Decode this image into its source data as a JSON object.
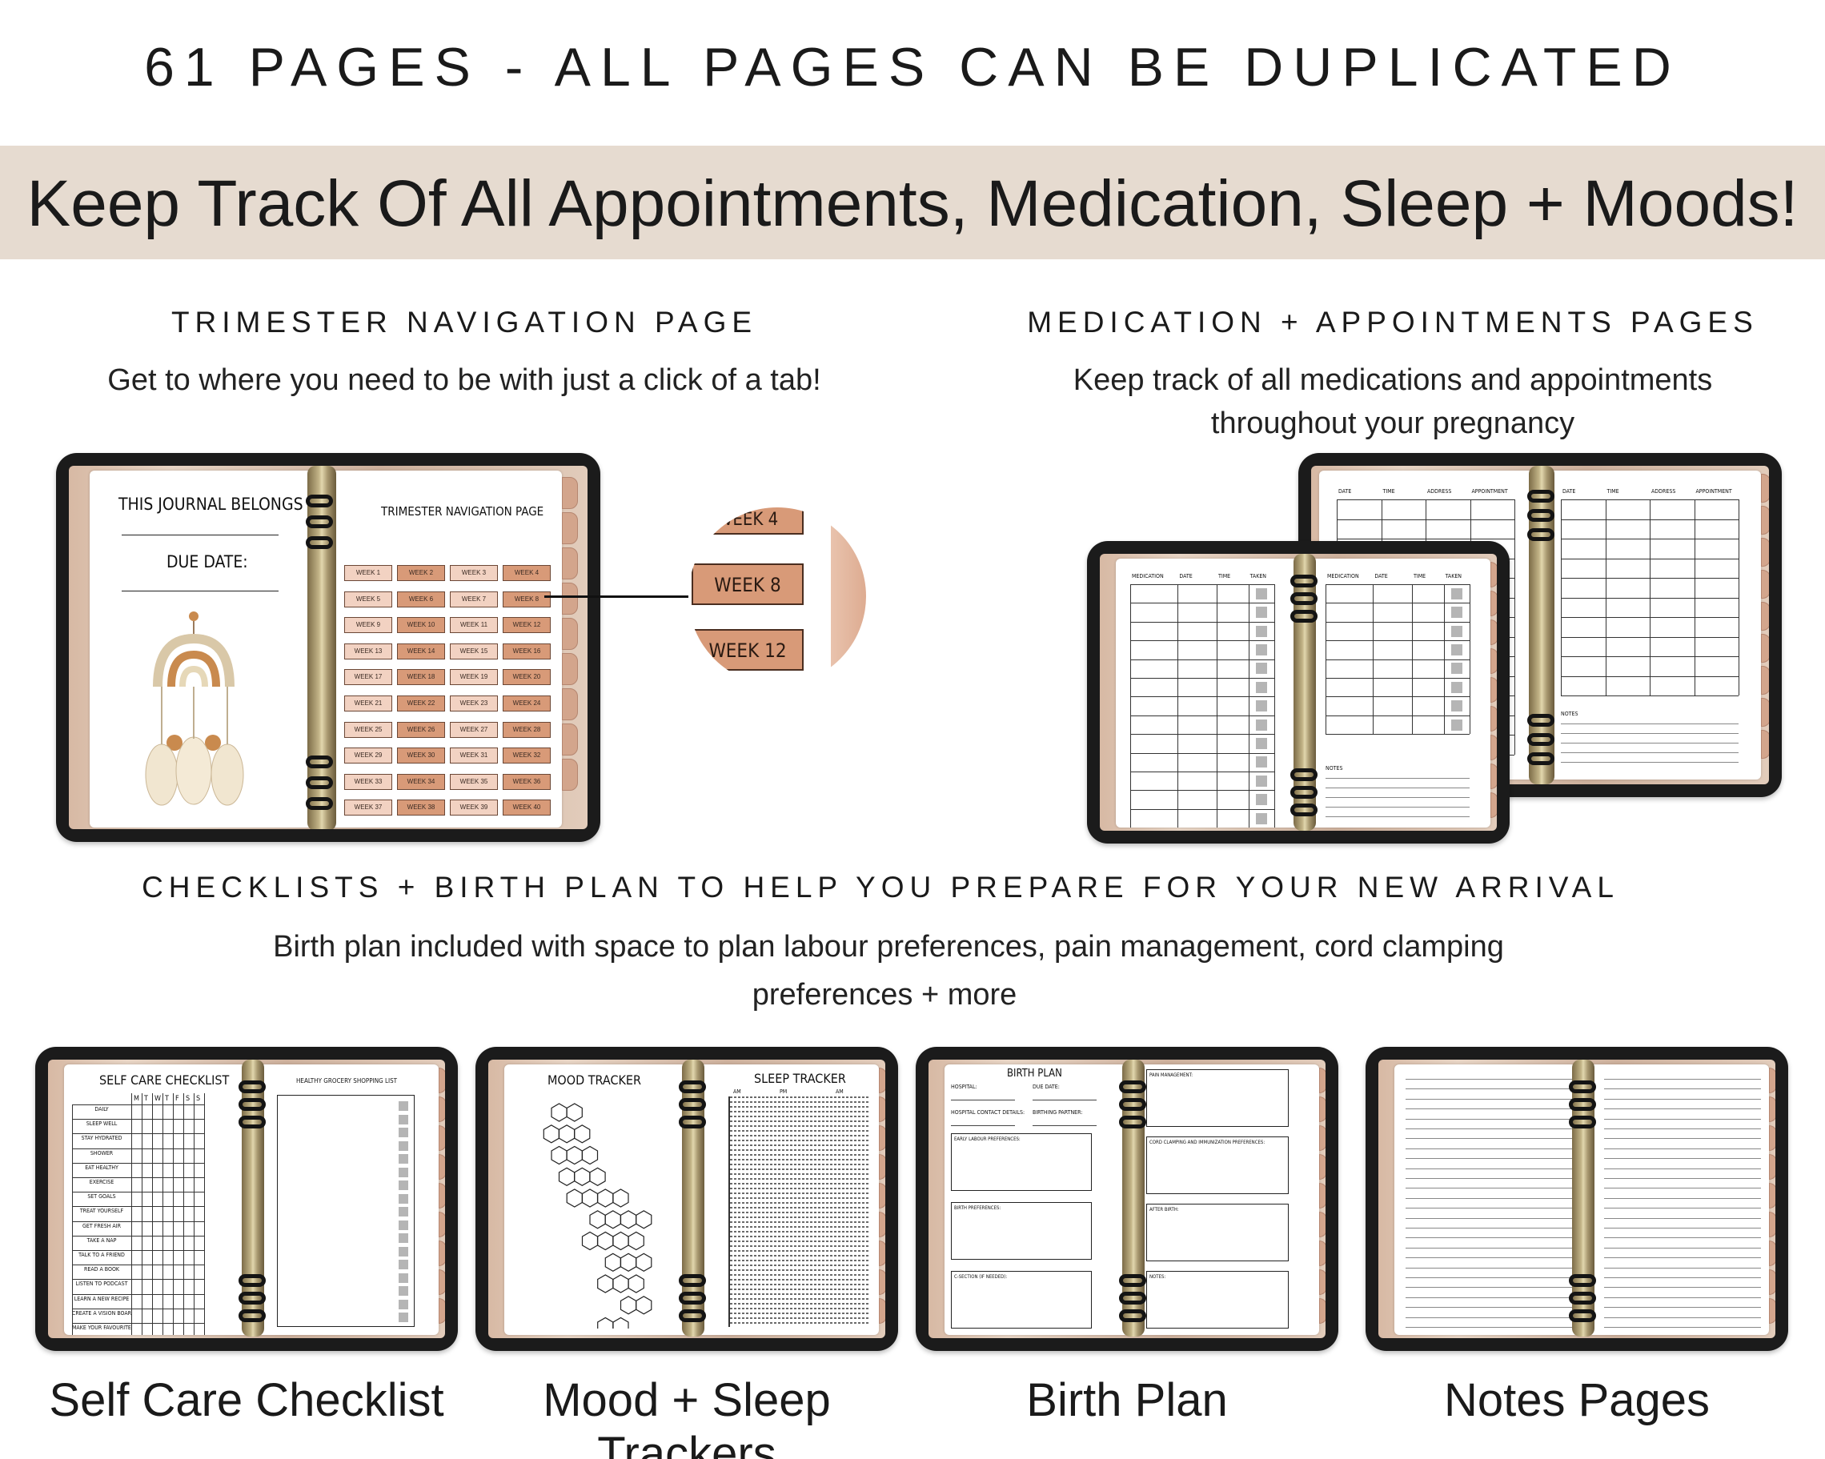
{
  "header": {
    "title": "61 PAGES - ALL PAGES CAN BE DUPLICATED",
    "banner": "Keep Track Of All Appointments, Medication, Sleep + Moods!"
  },
  "sections": {
    "trimester": {
      "heading": "TRIMESTER NAVIGATION PAGE",
      "subtitle": "Get to where you need to be with just a click of a tab!"
    },
    "medication": {
      "heading": "MEDICATION + APPOINTMENTS PAGES",
      "subtitle_line1": "Keep track of all medications and appointments",
      "subtitle_line2": "throughout your pregnancy"
    },
    "checklists": {
      "heading": "CHECKLISTS + BIRTH PLAN TO HELP YOU PREPARE FOR YOUR NEW ARRIVAL",
      "subtitle_line1": "Birth plan included with space to plan labour preferences, pain management, cord clamping",
      "subtitle_line2": "preferences + more"
    }
  },
  "journal_page": {
    "belongs_to": "THIS JOURNAL BELONGS TO:",
    "due_date": "DUE DATE:",
    "nav_title": "TRIMESTER NAVIGATION PAGE",
    "weeks": [
      "WEEK 1",
      "WEEK 2",
      "WEEK 3",
      "WEEK 4",
      "WEEK 5",
      "WEEK 6",
      "WEEK 7",
      "WEEK 8",
      "WEEK 9",
      "WEEK 10",
      "WEEK 11",
      "WEEK 12",
      "WEEK 13",
      "WEEK 14",
      "WEEK 15",
      "WEEK 16",
      "WEEK 17",
      "WEEK 18",
      "WEEK 19",
      "WEEK 20",
      "WEEK 21",
      "WEEK 22",
      "WEEK 23",
      "WEEK 24",
      "WEEK 25",
      "WEEK 26",
      "WEEK 27",
      "WEEK 28",
      "WEEK 29",
      "WEEK 30",
      "WEEK 31",
      "WEEK 32",
      "WEEK 33",
      "WEEK 34",
      "WEEK 35",
      "WEEK 36",
      "WEEK 37",
      "WEEK 38",
      "WEEK 39",
      "WEEK 40"
    ]
  },
  "zoom": {
    "labels": [
      "WEEK 4",
      "WEEK 8",
      "WEEK 12"
    ]
  },
  "medication_page": {
    "cols": [
      "MEDICATION",
      "DATE",
      "TIME",
      "TAKEN"
    ],
    "notes": "NOTES"
  },
  "appointment_page": {
    "cols": [
      "DATE",
      "TIME",
      "ADDRESS",
      "APPOINTMENT"
    ],
    "notes": "NOTES"
  },
  "self_care": {
    "title": "SELF CARE CHECKLIST",
    "days": [
      "M",
      "T",
      "W",
      "T",
      "F",
      "S",
      "S"
    ],
    "items": [
      "DAILY",
      "SLEEP WELL",
      "STAY HYDRATED",
      "SHOWER",
      "EAT HEALTHY",
      "EXERCISE",
      "SET GOALS",
      "TREAT YOURSELF",
      "GET FRESH AIR",
      "TAKE A NAP",
      "TALK TO A FRIEND",
      "READ A BOOK",
      "LISTEN TO PODCAST",
      "LEARN A NEW RECIPE",
      "CREATE A VISION BOARD",
      "MAKE YOUR FAVOURITE MEAL"
    ],
    "grocery_title": "HEALTHY GROCERY SHOPPING LIST"
  },
  "trackers": {
    "mood_title": "MOOD TRACKER",
    "sleep_title": "SLEEP TRACKER",
    "am": "AM",
    "pm": "PM"
  },
  "birth_plan": {
    "title": "BIRTH PLAN",
    "hospital": "HOSPITAL:",
    "due_date": "DUE DATE:",
    "contact": "HOSPITAL CONTACT DETAILS:",
    "partner": "BIRTHING PARTNER:",
    "labour": "EARLY LABOUR PREFERENCES:",
    "birth": "BIRTH PREFERENCES:",
    "c_section": "C-SECTION (IF NEEDED):",
    "pain": "PAIN MANAGEMENT:",
    "cord": "CORD CLAMPING AND IMMUNIZATION PREFERENCES:",
    "after": "AFTER BIRTH:",
    "notes": "NOTES:"
  },
  "captions": {
    "self_care": "Self Care Checklist",
    "trackers": "Mood + Sleep Trackers",
    "birth_plan": "Birth Plan",
    "notes": "Notes Pages"
  },
  "colors": {
    "banner": "#e6dbd0",
    "week_light": "#f2d2c2",
    "week_dark": "#d89a78",
    "tablet": "#1b1b1b"
  }
}
